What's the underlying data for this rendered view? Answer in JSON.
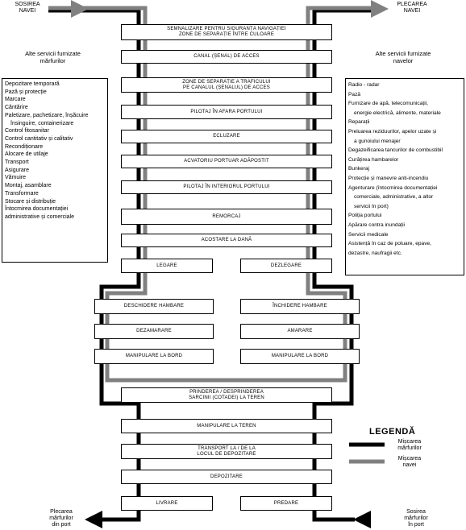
{
  "corners": {
    "sosirea_navei": "SOSIREA\nNAVEI",
    "plecarea_navei": "PLECAREA\nNAVEI",
    "plecarea_marfurilor": "Plecarea\nmărfurilor\ndin port",
    "sosirea_marfurilor": "Sosirea\nmărfurilor\nîn port"
  },
  "left_panel": {
    "title": "Alte servicii furnizate\nmărfurilor",
    "items": [
      "Depozitare temporară",
      "Pază și protecție",
      "Marcare",
      "Cântărire",
      "Paletizare, pachetizare, înșăcuire",
      "însinguire, containerizare",
      "Control fitosanitar",
      "Control cantitativ și calitativ",
      "Recondiționare",
      "Alocare de utilaje",
      "Transport",
      "Asigurare",
      "Vămuire",
      "Montaj, asamblare",
      "Transformare",
      "Stocare și distribuție",
      "Întocmirea documentației",
      "administrative și comerciale"
    ]
  },
  "right_panel": {
    "title": "Alte servicii furnizate\nnavelor",
    "items": [
      "Radio - radar",
      "Pază",
      "Furnizare de apă, telecomunicații,",
      "  energie electrică, alimente, materiale",
      "Reparații",
      "Preluarea reziduurilor, apelor uzate și",
      "  a gunoiului menajer",
      "Degazeificarea tancurilor de combustibil",
      "Curățirea hambarelor",
      "Bunkeraj",
      "Protecție și manevre anti-incendiu",
      "Agenturare (întocmirea documentației",
      "  comerciale, administrative, a altor",
      "  servicii în port)",
      "Poliția portului",
      "Apărare contra inundații",
      "Servicii medicale",
      "Asistență în caz de poluare, epave,",
      "dezastre, naufragii etc."
    ]
  },
  "steps": {
    "semnalizare": "SEMNALIZARE PENTRU SIGURANȚA NAVIGAȚIEI\nZONE DE SEPARAȚIE ÎNTRE CULOARE",
    "canal": "CANAL (ȘENAL) DE ACCES",
    "zone_sep": "ZONE DE SEPARAȚIE A TRAFICULUI\nPE CANALUL (ȘENALUL) DE ACCES",
    "pilotaj_afara": "PILOTAJ ÎN AFARA PORTULUI",
    "ecluzare": "ECLUZARE",
    "acvatoriu": "ACVATORIU PORTUAR ADĂPOSTIT",
    "pilotaj_interior": "PILOTAJ ÎN INTERIORUL PORTULUI",
    "remorcaj": "REMORCAJ",
    "acostare": "ACOSTARE LA DANĂ",
    "legare": "LEGARE",
    "dezlegare": "DEZLEGARE",
    "deschidere": "DESCHIDERE HAMBARE",
    "inchidere": "ÎNCHIDERE HAMBARE",
    "dezamarare": "DEZAMARARE",
    "amarare": "AMARARE",
    "manip_bord_1": "MANIPULARE LA BORD",
    "manip_bord_2": "MANIPULARE LA BORD",
    "prinderea": "PRINDEREA / DESPRINDEREA\nSARCINII (COTADEI) LA TEREN",
    "manip_teren": "MANIPULARE LA TEREN",
    "transport": "TRANSPORT LA / DE LA\nLOCUL DE DEPOZITARE",
    "depozitare": "DEPOZITARE",
    "livrare": "LIVRARE",
    "predare": "PREDARE"
  },
  "legend": {
    "title": "LEGENDĂ",
    "marfuri": "Mișcarea\nmărfurilor",
    "nave": "Mișcarea\nnavei"
  },
  "colors": {
    "marfuri": "#000000",
    "nave": "#808080"
  }
}
